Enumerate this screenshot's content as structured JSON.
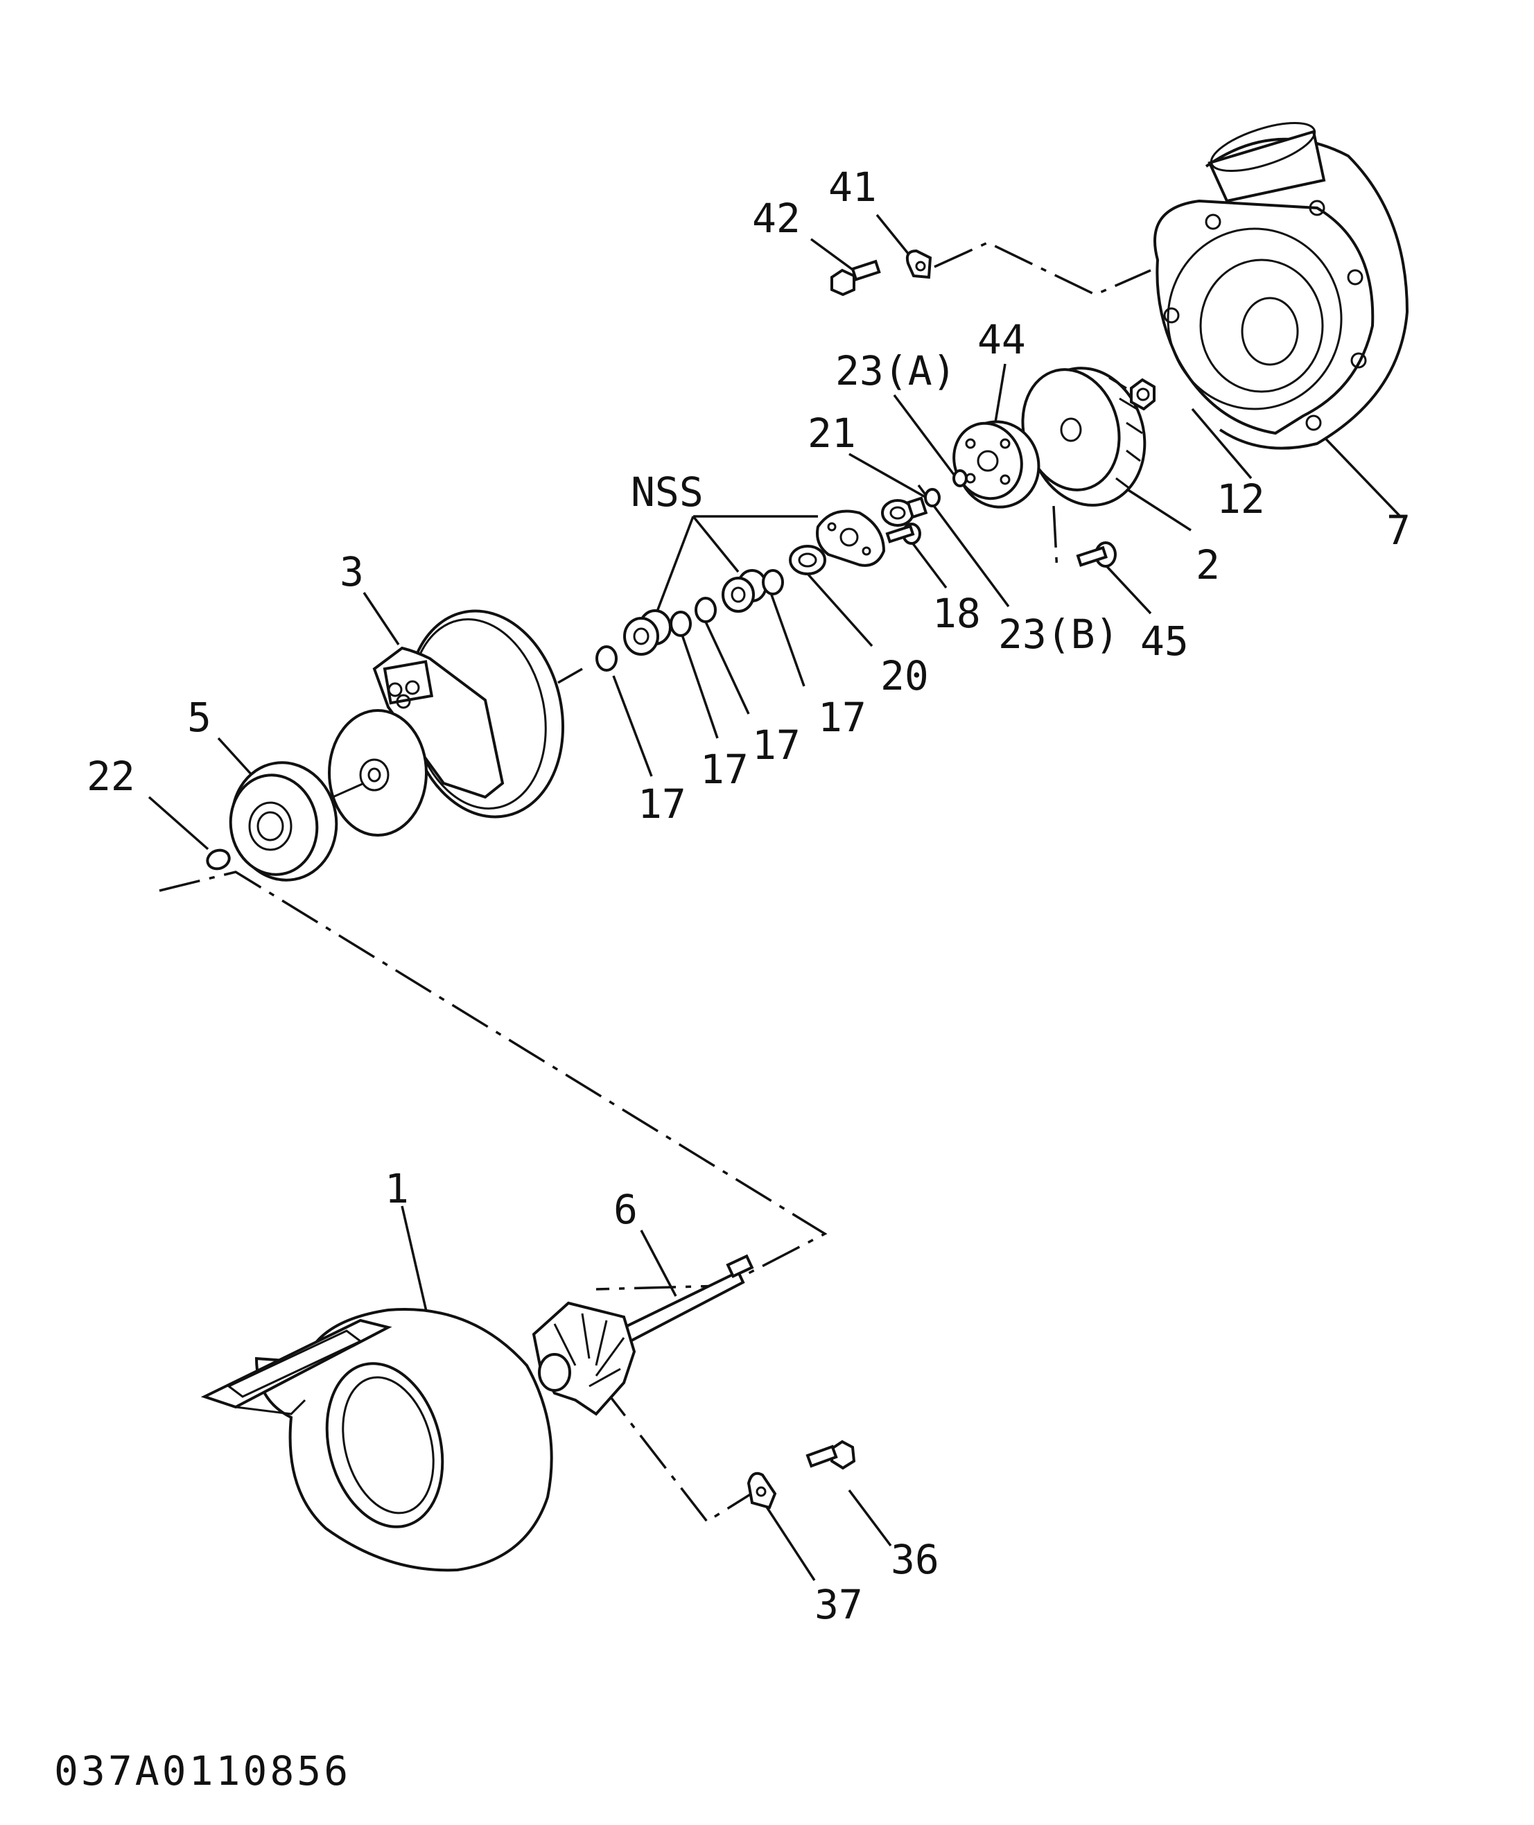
{
  "callouts": {
    "c41": "41",
    "c42": "42",
    "c44": "44",
    "c23a": "23(A)",
    "c21": "21",
    "c_nss": "NSS",
    "c12": "12",
    "c7": "7",
    "c2": "2",
    "c18": "18",
    "c23b": "23(B)",
    "c45": "45",
    "c20": "20",
    "c3": "3",
    "c17a": "17",
    "c17b": "17",
    "c17c": "17",
    "c17d": "17",
    "c5": "5",
    "c22": "22",
    "c1": "1",
    "c6": "6",
    "c36": "36",
    "c37": "37"
  },
  "drawing_code": "037A0110856"
}
